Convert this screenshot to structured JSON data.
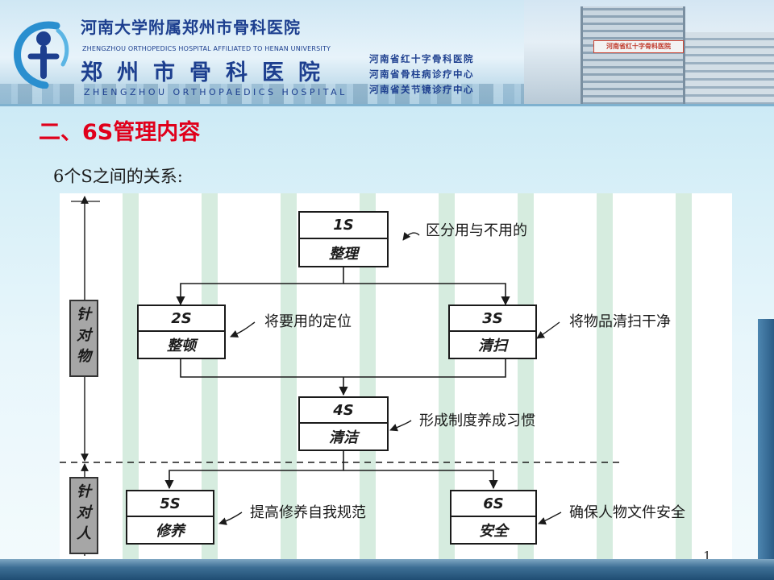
{
  "header": {
    "affiliate_cn": "河南大学附属郑州市骨科医院",
    "affiliate_en": "ZHENGZHOU ORTHOPEDICS HOSPITAL AFFILIATED TO HENAN UNIVERSITY",
    "hospital_cn": "郑州市骨科医院",
    "hospital_en": "ZHENGZHOU ORTHOPAEDICS HOSPITAL",
    "centers": [
      "河南省红十字骨科医院",
      "河南省骨柱病诊疗中心",
      "河南省关节镜诊疗中心"
    ],
    "building_sign": "河南省红十字骨科医院"
  },
  "title": "二、6S管理内容",
  "subtitle": "6个S之间的关系:",
  "diagram": {
    "boxes": [
      {
        "id": "s1",
        "code": "1S",
        "name": "整理",
        "note": "区分用与不用的"
      },
      {
        "id": "s2",
        "code": "2S",
        "name": "整顿",
        "note": "将要用的定位"
      },
      {
        "id": "s3",
        "code": "3S",
        "name": "清扫",
        "note": "将物品清扫干净"
      },
      {
        "id": "s4",
        "code": "4S",
        "name": "清洁",
        "note": "形成制度养成习惯"
      },
      {
        "id": "s5",
        "code": "5S",
        "name": "修养",
        "note": "提高修养自我规范"
      },
      {
        "id": "s6",
        "code": "6S",
        "name": "安全",
        "note": "确保人物文件安全"
      }
    ],
    "side_labels": {
      "objects": [
        "针",
        "对",
        "物"
      ],
      "people": [
        "针",
        "对",
        "人"
      ]
    }
  },
  "page_number": "1",
  "colors": {
    "title_red": "#e0001b",
    "brand_blue": "#1d3f8f",
    "side_box_gray": "#a6a6a6",
    "stripe_green": "#d6ecdf"
  }
}
